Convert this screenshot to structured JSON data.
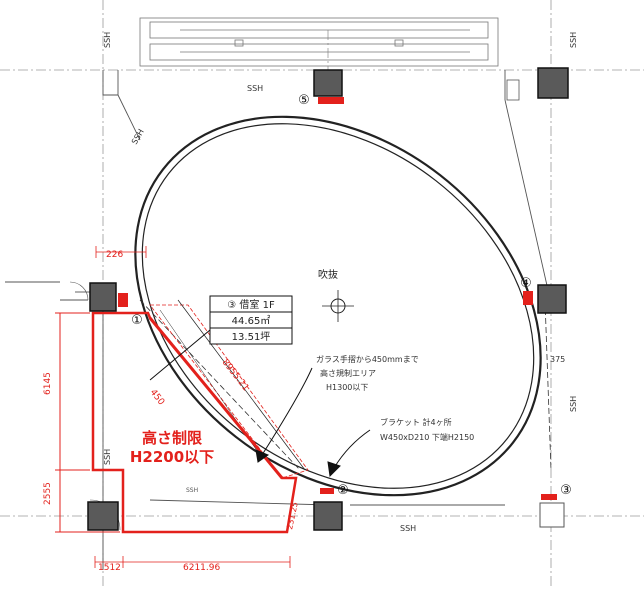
{
  "grid_labels": [
    "SSH",
    "SSH",
    "SSH",
    "SSH",
    "SSH",
    "SSH",
    "SSH",
    "SSH"
  ],
  "circle_numbers": [
    "①",
    "②",
    "③",
    "④",
    "⑤"
  ],
  "room_box": {
    "title": "③ 借室 1F",
    "area_m2": "44.65㎡",
    "area_tsubo": "13.51坪"
  },
  "center_label": "吹抜",
  "annotation_glass": {
    "line1": "ガラス手摺から450mmまで",
    "line2": "高さ規制エリア",
    "line3": "H1300以下"
  },
  "annotation_bracket": {
    "line1": "ブラケット 計4ヶ所",
    "line2": "W450xD210 下端H2150"
  },
  "height_limit": {
    "line1": "高さ制限",
    "line2": "H2200以下"
  },
  "dimensions": {
    "top": "226",
    "left_upper": "6145",
    "left_lower": "2555",
    "bottom_left": "1512",
    "bottom_right": "6211.96",
    "diagonal": "8955.21",
    "diag_small": "450",
    "diag_bottom": "231.25",
    "right": "375"
  },
  "colors": {
    "accent": "#e3211c",
    "line": "#222222",
    "grid": "#9a9a9a",
    "column": "#5a5a5a"
  }
}
